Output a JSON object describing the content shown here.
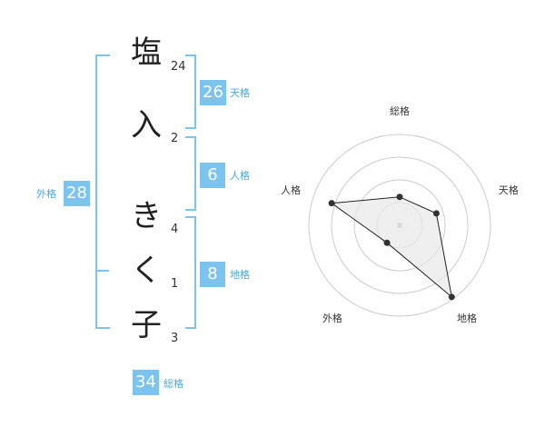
{
  "name": {
    "chars": [
      "塩",
      "入",
      "き",
      "く",
      "子"
    ],
    "strokes": [
      "24",
      "2",
      "4",
      "1",
      "3"
    ]
  },
  "grid": {
    "tenkaku": {
      "value": "26",
      "label": "天格"
    },
    "jinkaku": {
      "value": "6",
      "label": "人格"
    },
    "chikaku": {
      "value": "8",
      "label": "地格"
    },
    "gaikaku": {
      "value": "28",
      "label": "外格"
    },
    "soukaku": {
      "value": "34",
      "label": "総格"
    }
  },
  "chart_data": {
    "type": "radar",
    "axes": [
      "総格",
      "天格",
      "地格",
      "外格",
      "人格"
    ],
    "levels": 4,
    "values": [
      1.25,
      1.7,
      3.9,
      0.95,
      3.15
    ],
    "max": 4
  },
  "colors": {
    "accent": "#7cc3ee",
    "label": "#4aa8e0",
    "ring": "#cccccc",
    "polygon_fill": "#e8e8e8"
  }
}
